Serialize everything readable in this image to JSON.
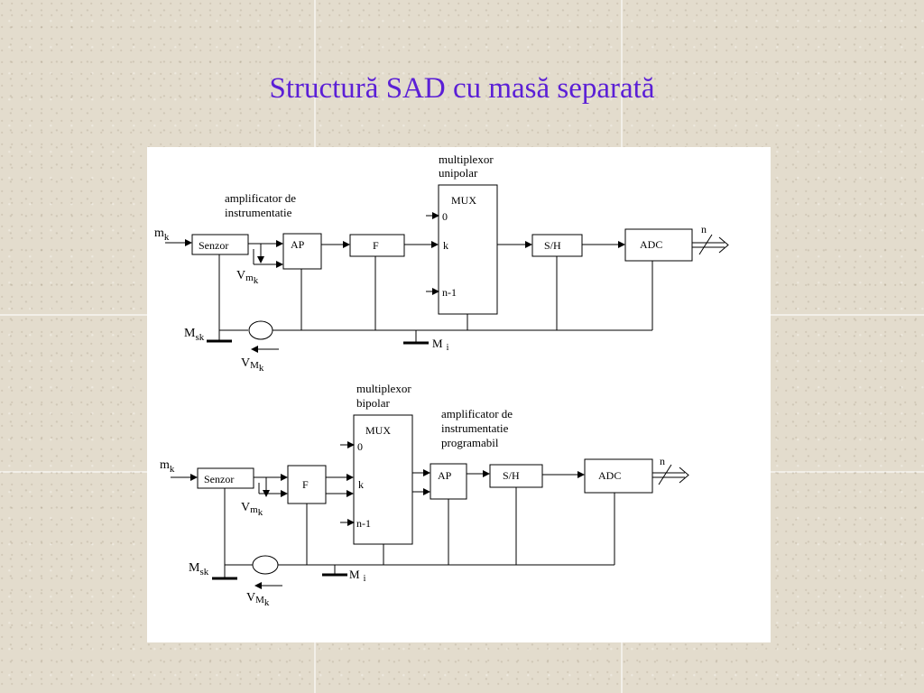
{
  "slide": {
    "title": "Structură SAD cu masă separată"
  },
  "diagram_top": {
    "label_mux_title_1": "multiplexor",
    "label_mux_title_2": "unipolar",
    "label_amp_1": "amplificator de",
    "label_amp_2": "instrumentatie",
    "input": "m",
    "input_sub": "k",
    "sensor": "Senzor",
    "amp": "AP",
    "filter": "F",
    "mux": "MUX",
    "mux_in_0": "0",
    "mux_in_k": "k",
    "mux_in_n1": "n-1",
    "sh": "S/H",
    "adc": "ADC",
    "bus_n": "n",
    "vm": "V",
    "vm_sub1": "m",
    "vm_sub2": "k",
    "msk": "M",
    "msk_sub": "sk",
    "mi": "M",
    "mi_sub": "i",
    "vmk": "V",
    "vmk_sub1": "M",
    "vmk_sub2": "k"
  },
  "diagram_bottom": {
    "label_mux_title_1": "multiplexor",
    "label_mux_title_2": "bipolar",
    "label_amp_1": "amplificator de",
    "label_amp_2": "instrumentatie",
    "label_amp_3": "programabil",
    "input": "m",
    "input_sub": "k",
    "sensor": "Senzor",
    "filter": "F",
    "mux": "MUX",
    "mux_in_0": "0",
    "mux_in_k": "k",
    "mux_in_n1": "n-1",
    "amp": "AP",
    "sh": "S/H",
    "adc": "ADC",
    "bus_n": "n",
    "vm": "V",
    "vm_sub1": "m",
    "vm_sub2": "k",
    "msk": "M",
    "msk_sub": "sk",
    "mi": "M",
    "mi_sub": "i",
    "vmk": "V",
    "vmk_sub1": "M",
    "vmk_sub2": "k"
  }
}
